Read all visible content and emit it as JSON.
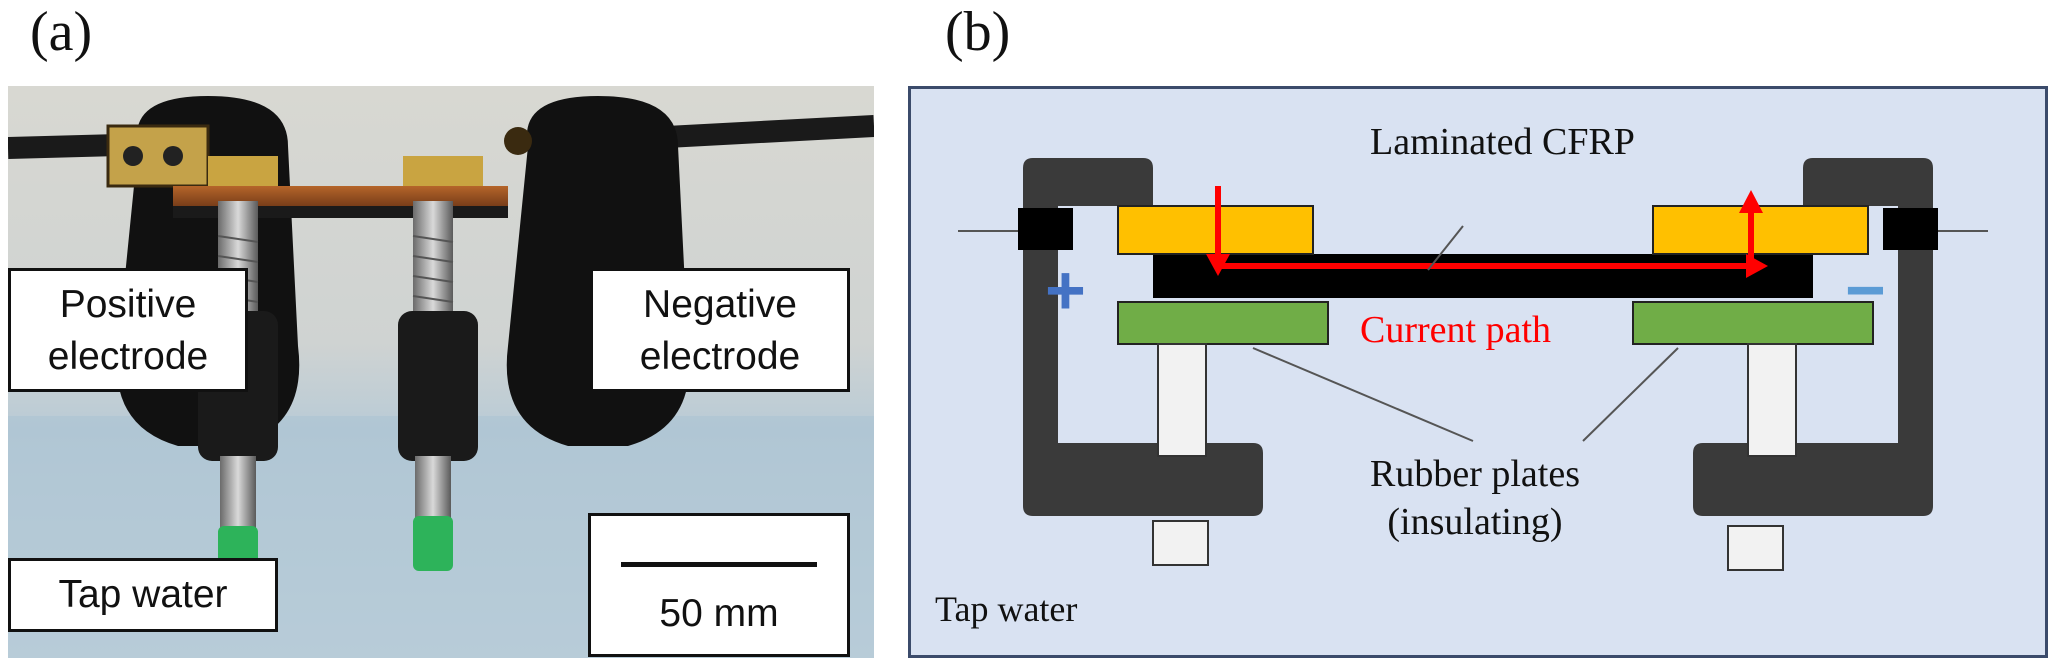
{
  "panel_a": {
    "label": "(a)",
    "positive_electrode_label": [
      "Positive",
      "electrode"
    ],
    "negative_electrode_label": [
      "Negative",
      "electrode"
    ],
    "tap_water_label": "Tap water",
    "scale_bar_label": "50 mm"
  },
  "panel_b": {
    "label": "(b)",
    "laminated_cfrp_label": "Laminated CFRP",
    "current_path_label": "Current path",
    "rubber_plates_label": [
      "Rubber plates",
      "(insulating)"
    ],
    "tap_water_label": "Tap water",
    "positive_symbol": "+",
    "negative_symbol": "−"
  },
  "colors": {
    "diagram_background": "#d9e2f2",
    "clamp": "#3a3a3a",
    "electrode_plate": "#ffc000",
    "cfrp": "#000000",
    "rubber_plate": "#70ad47",
    "current_path": "#ff0000",
    "positive_symbol": "#4472c4",
    "negative_symbol": "#5b9bd5"
  }
}
